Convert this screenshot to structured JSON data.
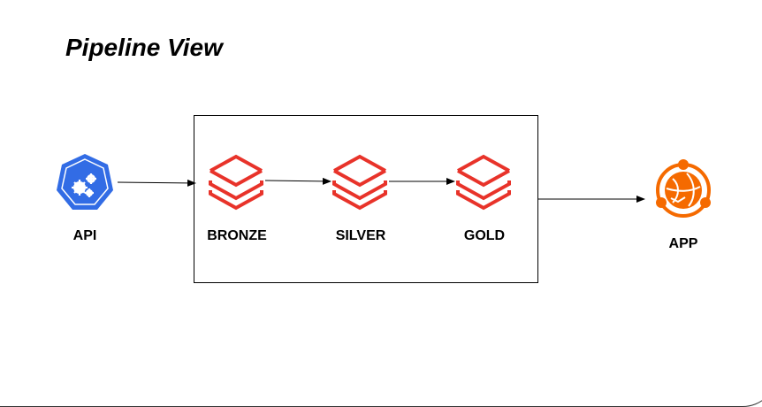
{
  "diagram": {
    "title": "Pipeline View",
    "nodes": {
      "api": {
        "label": "API",
        "icon": "kubernetes-gear-icon",
        "color": "#326ce5"
      },
      "bronze": {
        "label": "BRONZE",
        "icon": "layers-stack-icon",
        "color": "#e8332a"
      },
      "silver": {
        "label": "SILVER",
        "icon": "layers-stack-icon",
        "color": "#e8332a"
      },
      "gold": {
        "label": "GOLD",
        "icon": "layers-stack-icon",
        "color": "#e8332a"
      },
      "app": {
        "label": "APP",
        "icon": "globe-network-icon",
        "color": "#f56a00"
      }
    },
    "edges": [
      [
        "api",
        "bronze"
      ],
      [
        "bronze",
        "silver"
      ],
      [
        "silver",
        "gold"
      ],
      [
        "pipeline",
        "app"
      ]
    ]
  }
}
